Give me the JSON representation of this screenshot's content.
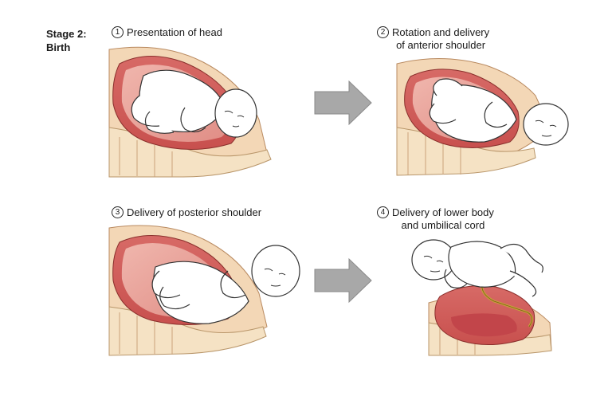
{
  "stage": {
    "line1": "Stage 2:",
    "line2": "Birth"
  },
  "steps": [
    {
      "num": "1",
      "line1": "Presentation of head",
      "line2": ""
    },
    {
      "num": "2",
      "line1": "Rotation and delivery",
      "line2": "of anterior shoulder"
    },
    {
      "num": "3",
      "line1": "Delivery of posterior shoulder",
      "line2": ""
    },
    {
      "num": "4",
      "line1": "Delivery of lower body",
      "line2": "and umbilical cord"
    }
  ],
  "colors": {
    "uterus_outer": "#f3d7b6",
    "uterus_wall": "#d9736e",
    "uterus_inner": "#e9a79e",
    "bone": "#f5e2c4",
    "arrow": "#a8a8a8",
    "cord": "#c8a13a",
    "outline": "#333333"
  }
}
